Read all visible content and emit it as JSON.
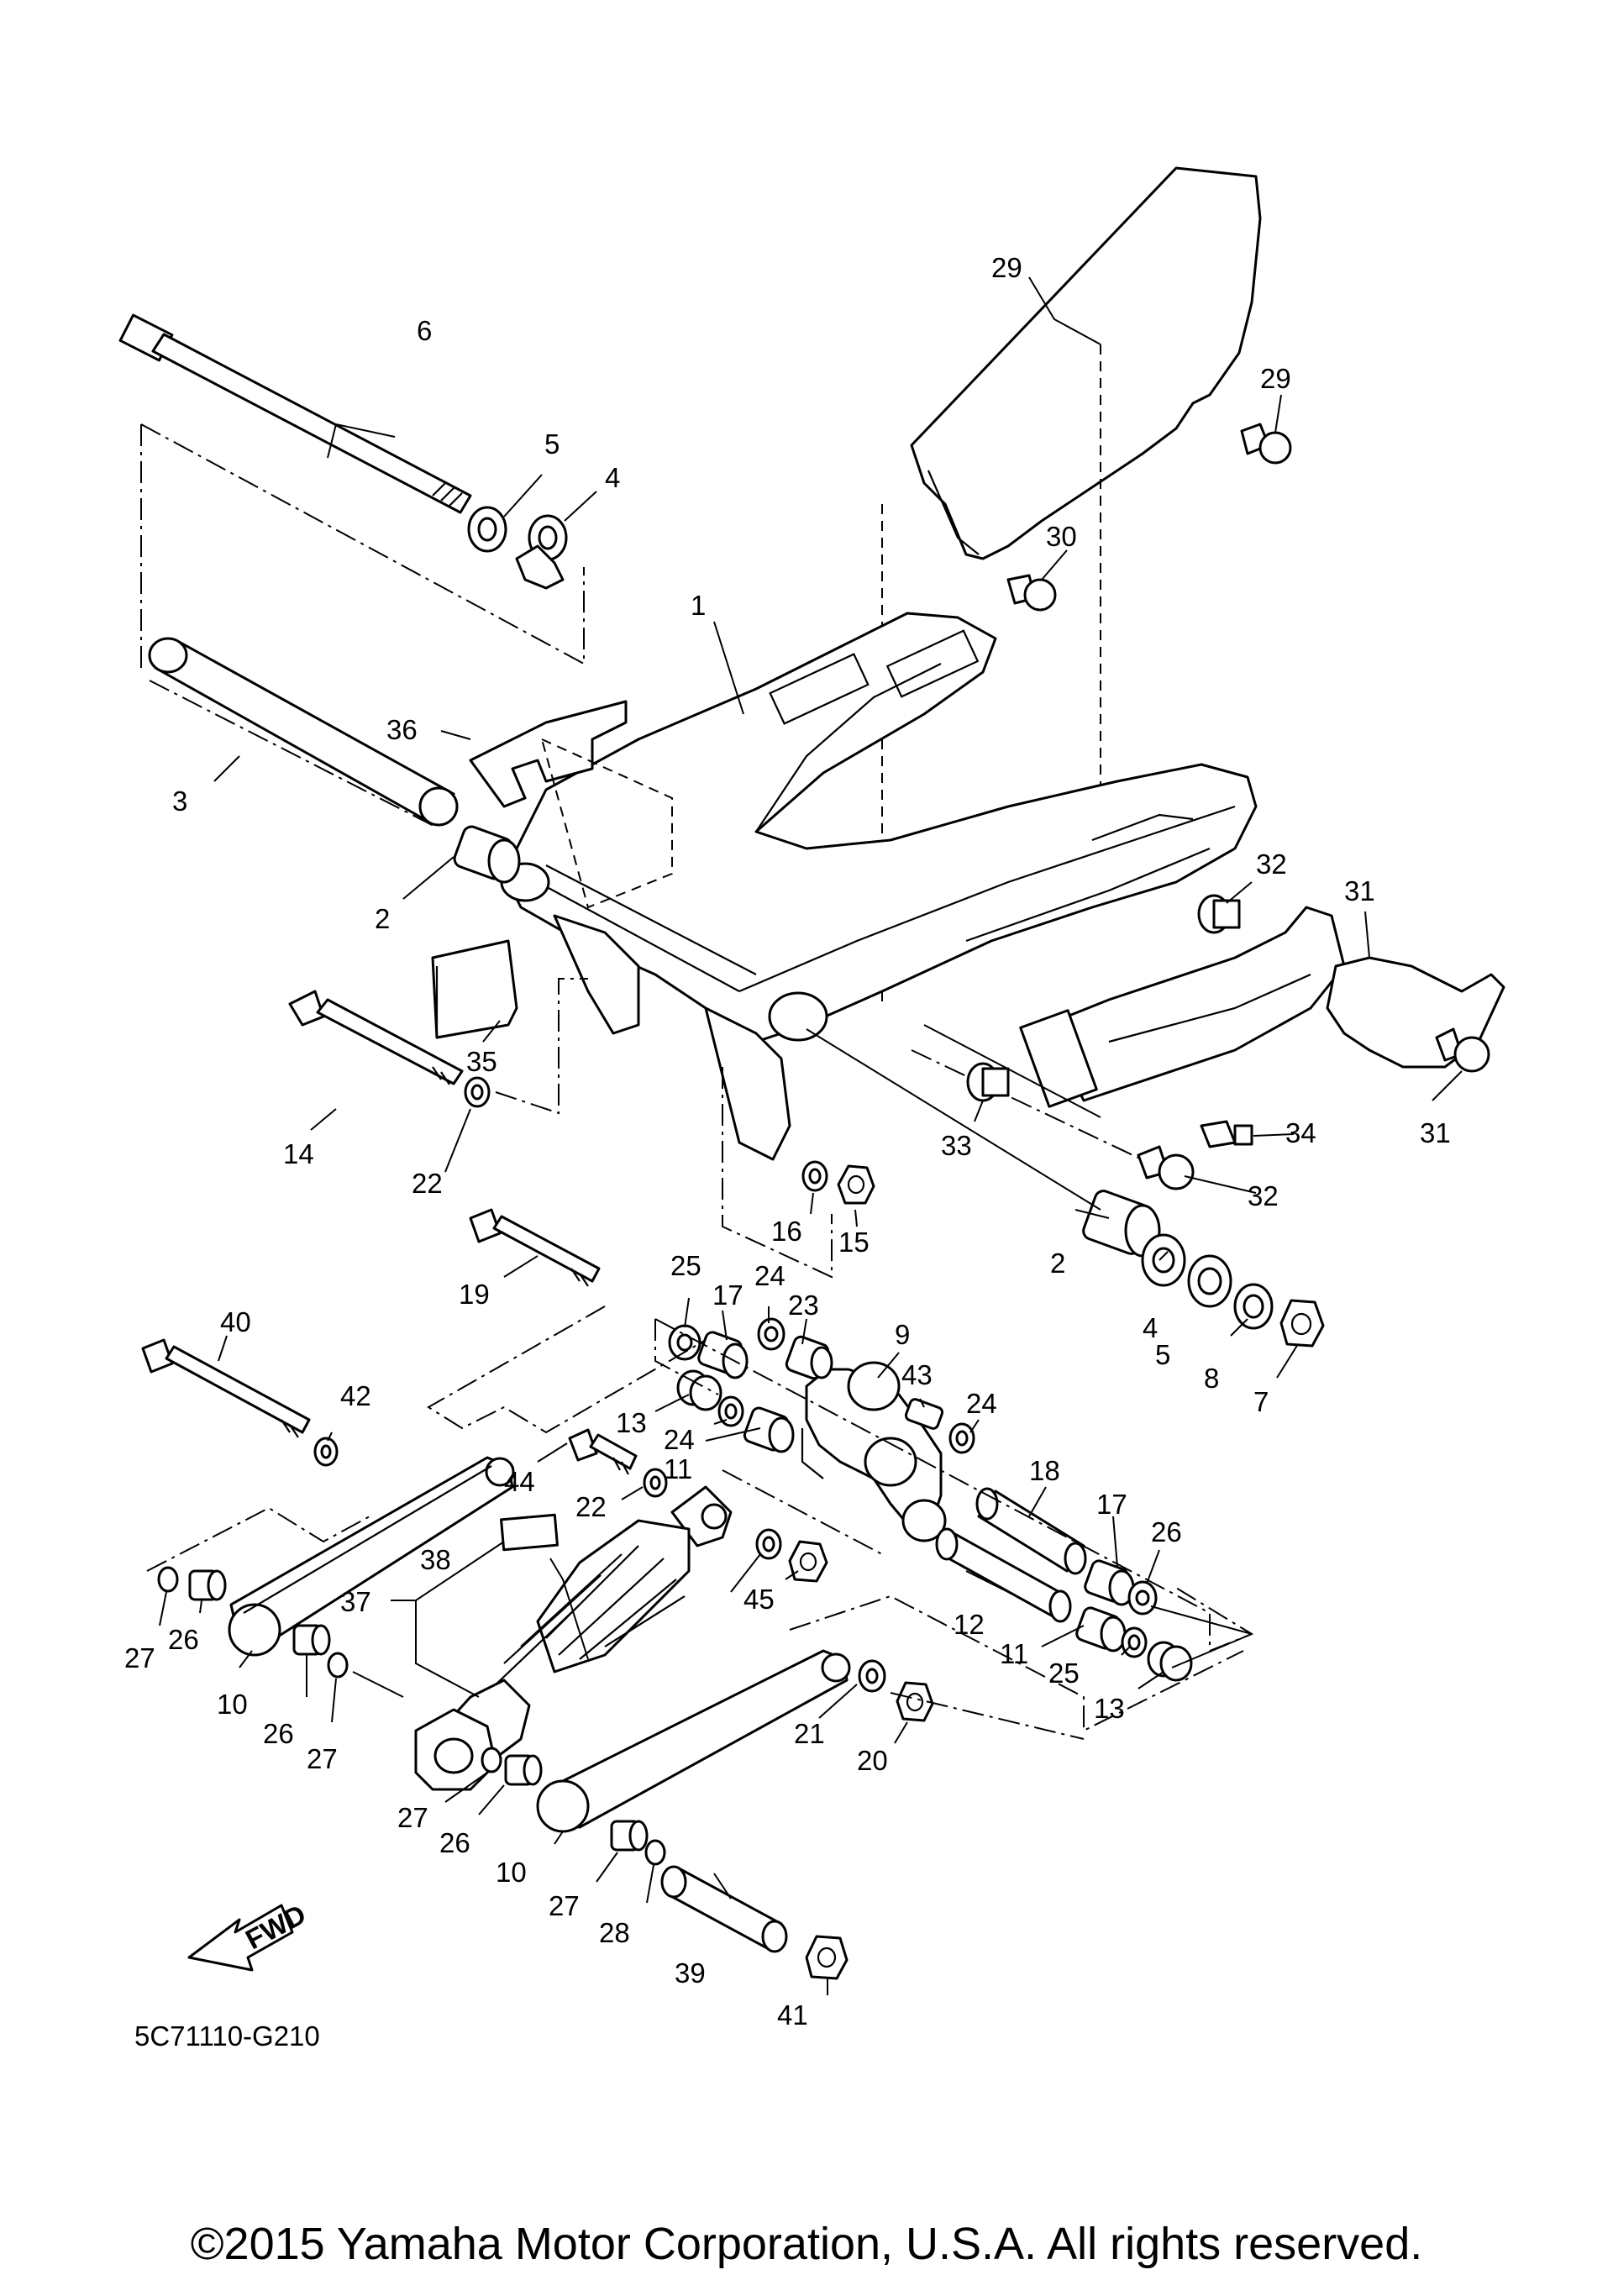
{
  "diagram": {
    "part_code": "5C71110-G210",
    "fwd_label": "FWD",
    "copyright": "©2015 Yamaha Motor Corporation, U.S.A. All rights reserved.",
    "callouts": [
      "1",
      "2",
      "2",
      "3",
      "4",
      "4",
      "5",
      "5",
      "6",
      "7",
      "8",
      "9",
      "10",
      "10",
      "11",
      "11",
      "12",
      "13",
      "13",
      "14",
      "15",
      "16",
      "17",
      "17",
      "18",
      "19",
      "20",
      "21",
      "22",
      "22",
      "23",
      "24",
      "24",
      "24",
      "25",
      "25",
      "26",
      "26",
      "26",
      "26",
      "27",
      "27",
      "27",
      "27",
      "28",
      "29",
      "29",
      "30",
      "31",
      "31",
      "32",
      "32",
      "33",
      "34",
      "35",
      "36",
      "37",
      "38",
      "39",
      "40",
      "41",
      "42",
      "43",
      "44",
      "45"
    ]
  }
}
